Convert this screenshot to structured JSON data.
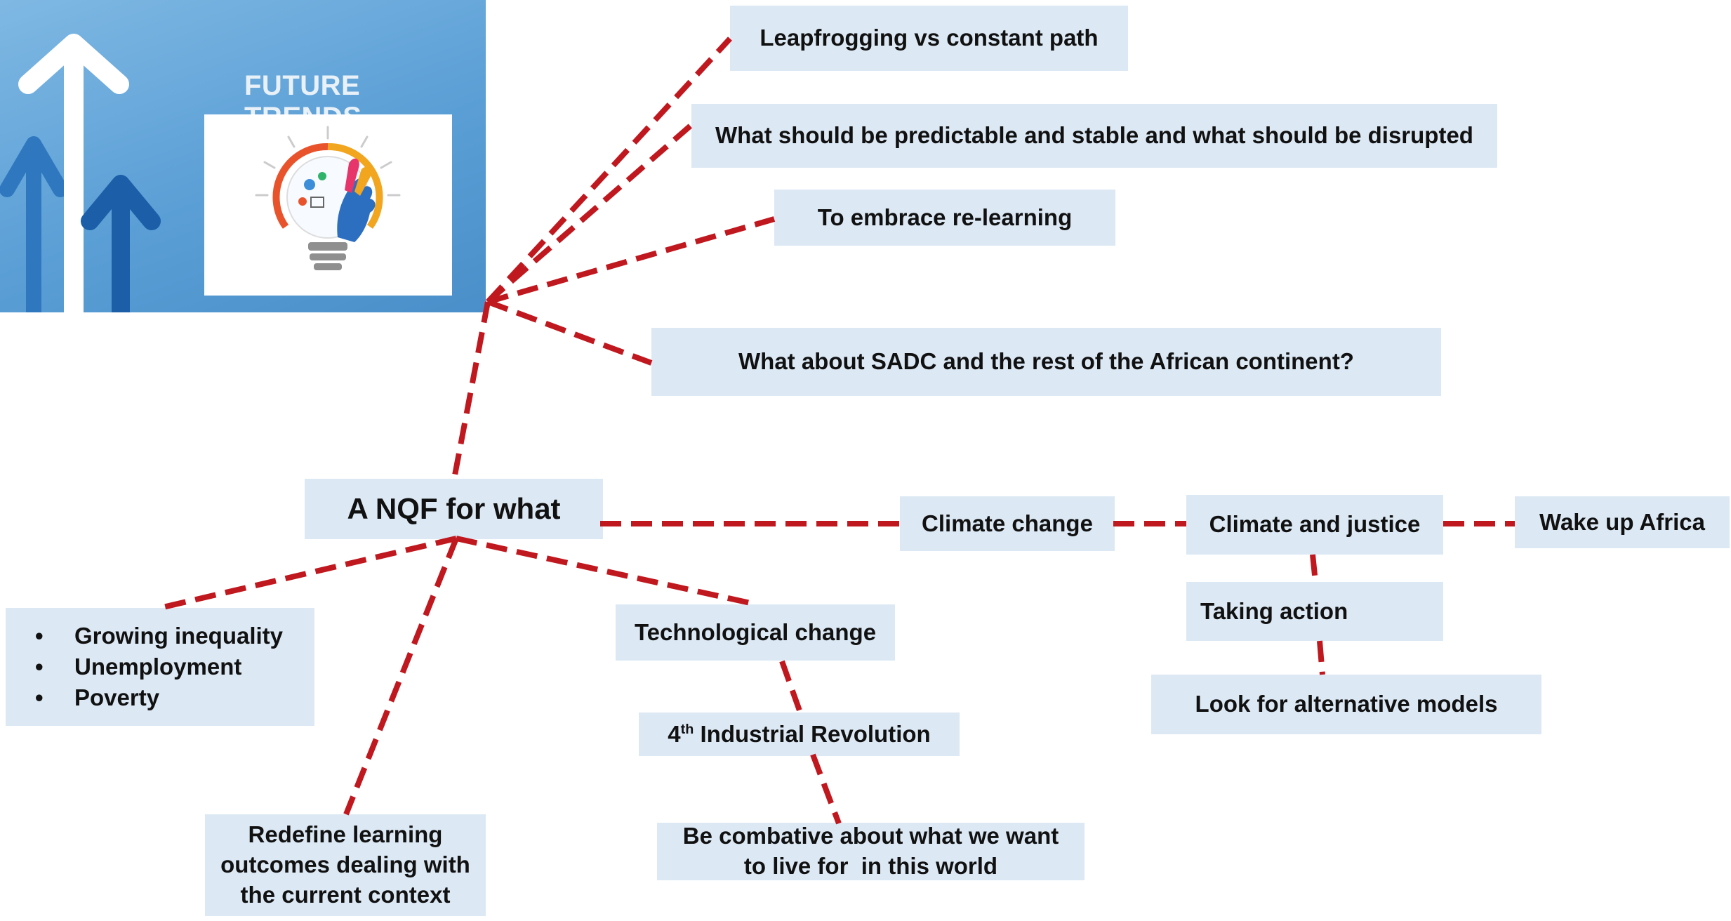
{
  "banner": {
    "title": "FUTURE TRENDS",
    "image_icon": "lightbulb-hand-icon",
    "arrow_icon": "up-arrow-icon"
  },
  "colors": {
    "connector": "#c0181f",
    "node_fill": "#dce9f5",
    "banner_blue": "#5b9fd6"
  },
  "nodes": {
    "main": "A NQF for what",
    "leapfrogging": "Leapfrogging vs constant path",
    "predictable": "What should be predictable and stable and what should be disrupted",
    "relearning": "To embrace re-learning",
    "sadc": "What about SADC and the rest of the African continent?",
    "issues": [
      "Growing inequality",
      "Unemployment",
      "Poverty"
    ],
    "redefine": "Redefine learning outcomes dealing with the current context",
    "tech_change": "Technological change",
    "industrial_num": "4",
    "industrial_sup": "th",
    "industrial_rest": " Industrial Revolution",
    "combative": "Be combative about what we want to live for  in this world",
    "climate_change": "Climate change",
    "climate_justice": "Climate and justice",
    "wake_up": "Wake up Africa",
    "taking_action": "Taking action",
    "alternative_models": "Look for alternative models"
  }
}
